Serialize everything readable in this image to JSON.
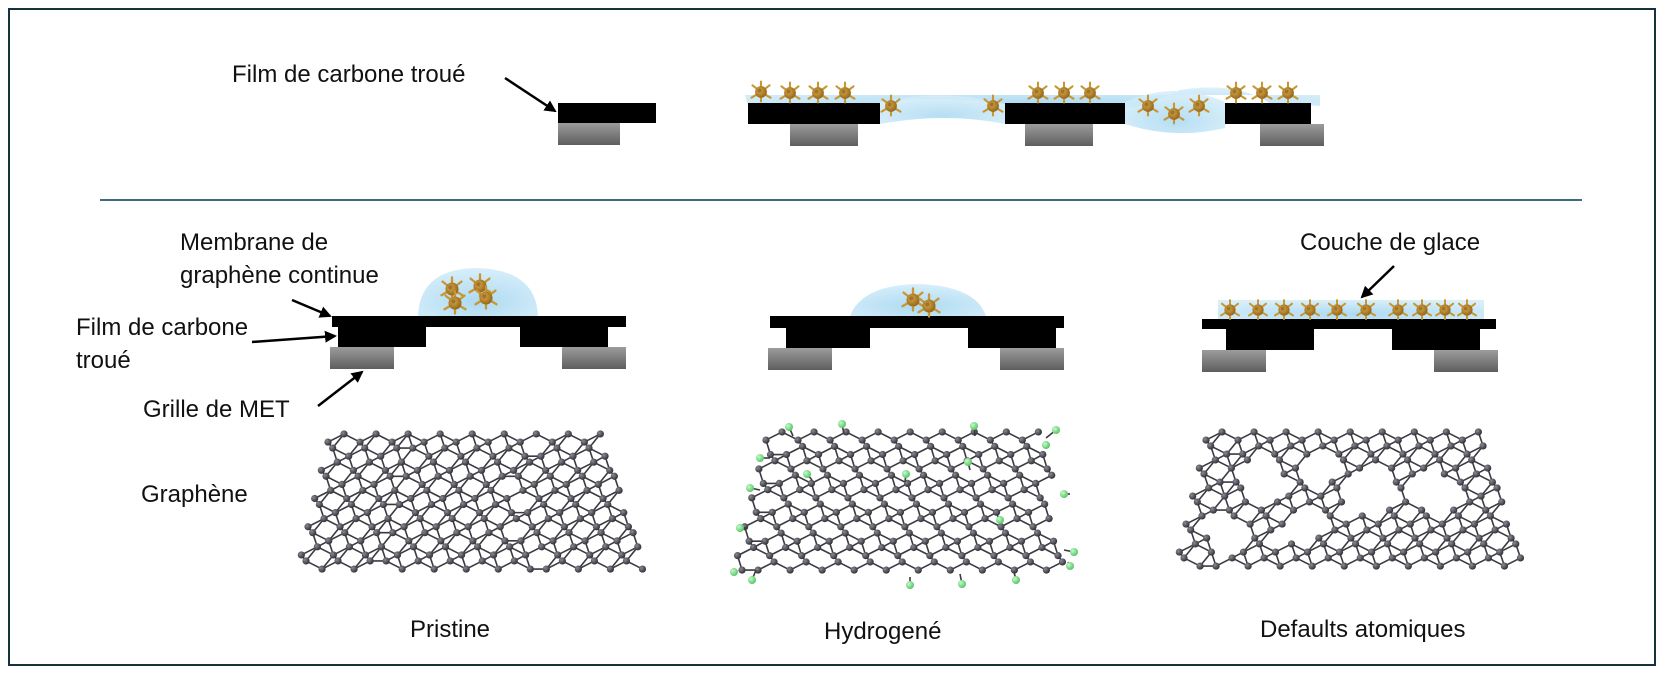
{
  "labels": {
    "top_film": "Film de carbone troué",
    "membrane_line1": "Membrane de",
    "membrane_line2": "graphène continue",
    "film_line1": "Film de carbone",
    "film_line2": "troué",
    "grid": "Grille de MET",
    "graphene": "Graphène",
    "ice_layer": "Couche de glace"
  },
  "panels": [
    {
      "caption": "Pristine"
    },
    {
      "caption": "Hydrogené"
    },
    {
      "caption": "Defaults atomiques"
    }
  ],
  "colors": {
    "frame": "#15323f",
    "divider": "#3d6b80",
    "carbon_film": "#000000",
    "grid_bar": "#8a8a8a",
    "ice": "#bfe3f5",
    "protein": "#b8862a",
    "carbon_atom": "#45454d",
    "hydrogen_atom": "#7fe08a"
  },
  "icons": [
    "arrow-icon",
    "protein-particle-icon",
    "graphene-lattice-icon",
    "ice-drop-icon"
  ]
}
